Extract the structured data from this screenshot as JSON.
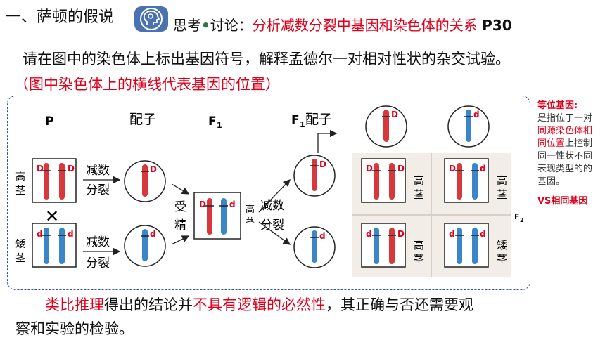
{
  "title": "一、萨顿的假说",
  "think": {
    "prefix": "思考",
    "dot": "•",
    "label": "讨论：",
    "topic": "分析减数分裂中基因和染色体的关系",
    "page": "P30"
  },
  "instruction": "请在图中的染色体上标出基因符号，解释孟德尔一对相对性状的杂交试验。",
  "note": "（图中染色体上的横线代表基因的位置）",
  "diagram": {
    "col_p": "P",
    "col_gamete": "配子",
    "col_f1": "F",
    "col_f1_sub": "1",
    "col_f1_gamete": "配子",
    "tall": "高茎",
    "tall_c1": "高",
    "tall_c2": "茎",
    "dwarf_c1": "矮",
    "dwarf_c2": "茎",
    "cross": "✕",
    "meiosis_1": "减数",
    "meiosis_2": "分裂",
    "fert_1": "受",
    "fert_2": "精",
    "gene_D": "D",
    "gene_d": "d",
    "f2_label": "F",
    "f2_sub": "2"
  },
  "side_note": {
    "title": "等位基因:",
    "p1": "是指位于一对",
    "p2": "同源染色体相同位置",
    "p3": "上控制同一性状不同表现类型的的基因。",
    "vs": "VS相同基因"
  },
  "conclusion": {
    "a": "类比推理",
    "b": "得出的结论并",
    "c": "不具有逻辑的必然性",
    "d": "，其正确与否还需要观",
    "e": "察和实验的检验。"
  },
  "colors": {
    "red": "#e0001b",
    "blue": "#1f6fc5",
    "chrom_red": "#d9383a",
    "chrom_blue": "#3a86c8",
    "dash": "#2f5597"
  }
}
